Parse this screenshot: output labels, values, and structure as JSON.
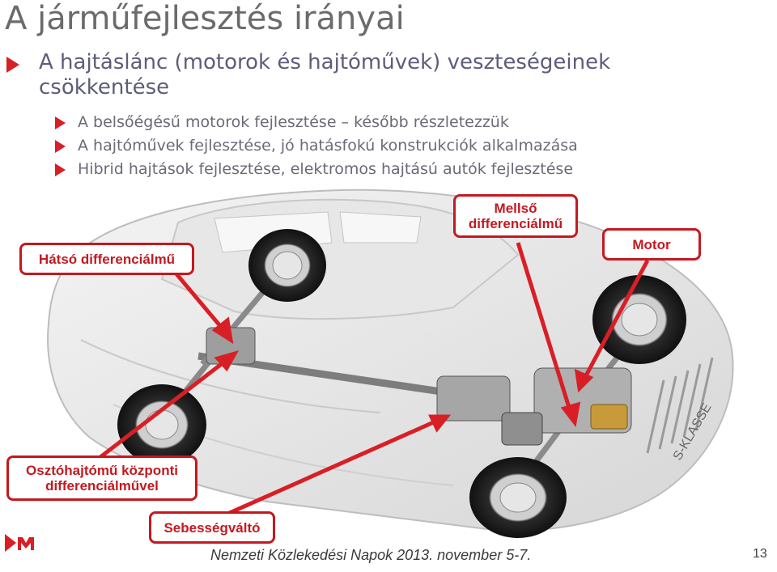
{
  "title": "A járműfejlesztés irányai",
  "main_bullet": {
    "line1": "A hajtáslánc (motorok és hajtóművek) veszteségeinek",
    "line2": "csökkentése"
  },
  "sub_bullets": [
    "A belsőégésű motorok fejlesztése – később részletezzük",
    "A hajtóművek fejlesztése, jó hatásfokú konstrukciók alkalmazása",
    "Hibrid hajtások fejlesztése, elektromos hajtású autók fejlesztése"
  ],
  "labels": {
    "rear_diff": "Hátsó differenciálmű",
    "front_diff_l1": "Mellső",
    "front_diff_l2": "differenciálmű",
    "motor": "Motor",
    "transfer_l1": "Osztóhajtómű központi",
    "transfer_l2": "differenciálművel",
    "gearbox": "Sebességváltó"
  },
  "car_badge": "S-KLASSE",
  "footer": "Nemzeti Közlekedési Napok 2013. november 5-7.",
  "page_number": "13",
  "colors": {
    "accent": "#c41920",
    "text": "#6b6b6b"
  }
}
